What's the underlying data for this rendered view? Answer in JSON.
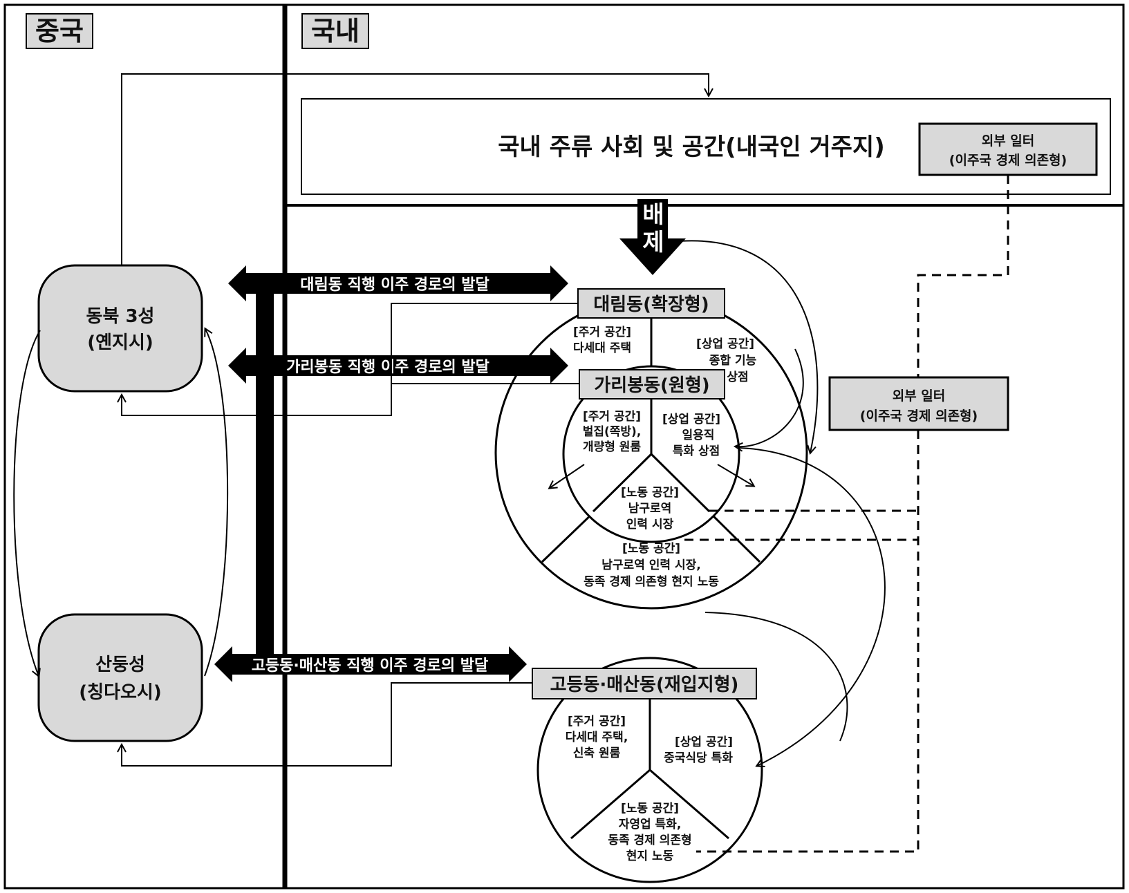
{
  "regions": {
    "china": "중국",
    "domestic": "국내"
  },
  "mainstream": "국내 주류 사회 및 공간(내국인 거주지)",
  "exclusion": {
    "char1": "배",
    "char2": "제"
  },
  "external_job": {
    "line1": "외부 일터",
    "line2": "(이주국 경제 의존형)"
  },
  "provinces": {
    "dongbuk": {
      "line1": "동북 3성",
      "line2": "(옌지시)"
    },
    "sandong": {
      "line1": "산둥성",
      "line2": "(칭다오시)"
    }
  },
  "routes": {
    "daerim": "대림동 직행 이주 경로의 발달",
    "garibong": "가리봉동 직행 이주 경로의 발달",
    "godeung": "고등동·매산동 직행 이주 경로의 발달"
  },
  "areas": {
    "daerim": {
      "title": "대림동(확장형)",
      "residence": [
        "[주거 공간]",
        "다세대 주택"
      ],
      "commerce": [
        "[상업 공간]",
        "종합 기능",
        "상점"
      ],
      "labor": [
        "[노동 공간]",
        "남구로역 인력 시장,",
        "동족 경제 의존형 현지 노동"
      ]
    },
    "garibong": {
      "title": "가리봉동(원형)",
      "residence": [
        "[주거 공간]",
        "벌집(쪽방),",
        "개량형 원룸"
      ],
      "commerce": [
        "[상업 공간]",
        "일용직",
        "특화 상점"
      ],
      "labor": [
        "[노동 공간]",
        "남구로역",
        "인력 시장"
      ]
    },
    "godeung": {
      "title": "고등동·매산동(재입지형)",
      "residence": [
        "[주거 공간]",
        "다세대 주택,",
        "신축 원룸"
      ],
      "commerce": [
        "[상업 공간]",
        "중국식당 특화"
      ],
      "labor": [
        "[노동 공간]",
        "자영업 특화,",
        "동족 경제 의존형",
        "현지 노동"
      ]
    }
  }
}
